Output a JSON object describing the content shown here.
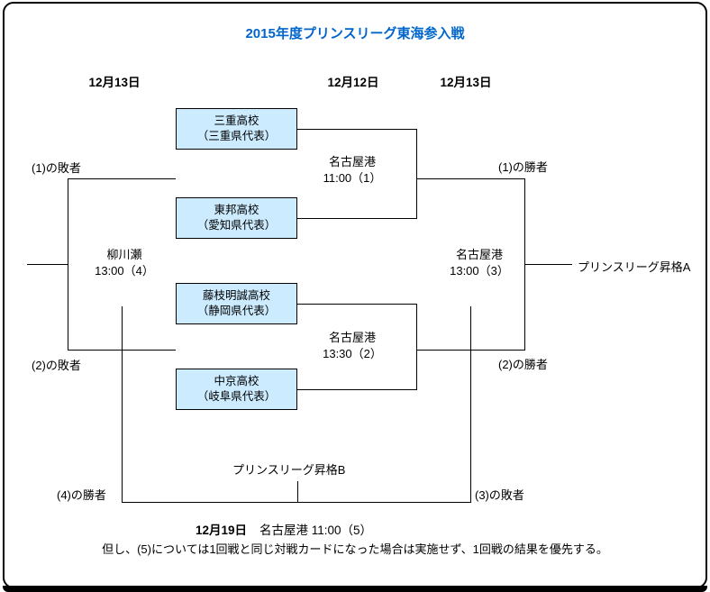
{
  "title": "2015年度プリンスリーグ東海参入戦",
  "colors": {
    "title": "#0066CC",
    "box_fill": "#CCEBFF",
    "line": "#000000"
  },
  "date_headers": {
    "left": "12月13日",
    "center": "12月12日",
    "right": "12月13日"
  },
  "teams": [
    {
      "name": "三重高校",
      "region": "（三重県代表）"
    },
    {
      "name": "東邦高校",
      "region": "（愛知県代表）"
    },
    {
      "name": "藤枝明誠高校",
      "region": "（静岡県代表）"
    },
    {
      "name": "中京高校",
      "region": "（岐阜県代表）"
    }
  ],
  "matches": {
    "match1": {
      "venue": "名古屋港",
      "time": "11:00（1）"
    },
    "match2": {
      "venue": "名古屋港",
      "time": "13:30（2）"
    },
    "match3": {
      "venue": "名古屋港",
      "time": "13:00（3）"
    },
    "match4": {
      "venue": "柳川瀬",
      "time": "13:00（4）"
    }
  },
  "labels": {
    "loser1": "(1)の敗者",
    "loser2": "(2)の敗者",
    "winner1": "(1)の勝者",
    "winner2": "(2)の勝者",
    "winner4": "(4)の勝者",
    "loser3": "(3)の敗者",
    "promotion_a": "プリンスリーグ昇格A",
    "promotion_b": "プリンスリーグ昇格B"
  },
  "final": {
    "date": "12月19日",
    "detail": "名古屋港 11:00（5）"
  },
  "note": "但し、(5)については1回戦と同じ対戦カードになった場合は実施せず、1回戦の結果を優先する。"
}
